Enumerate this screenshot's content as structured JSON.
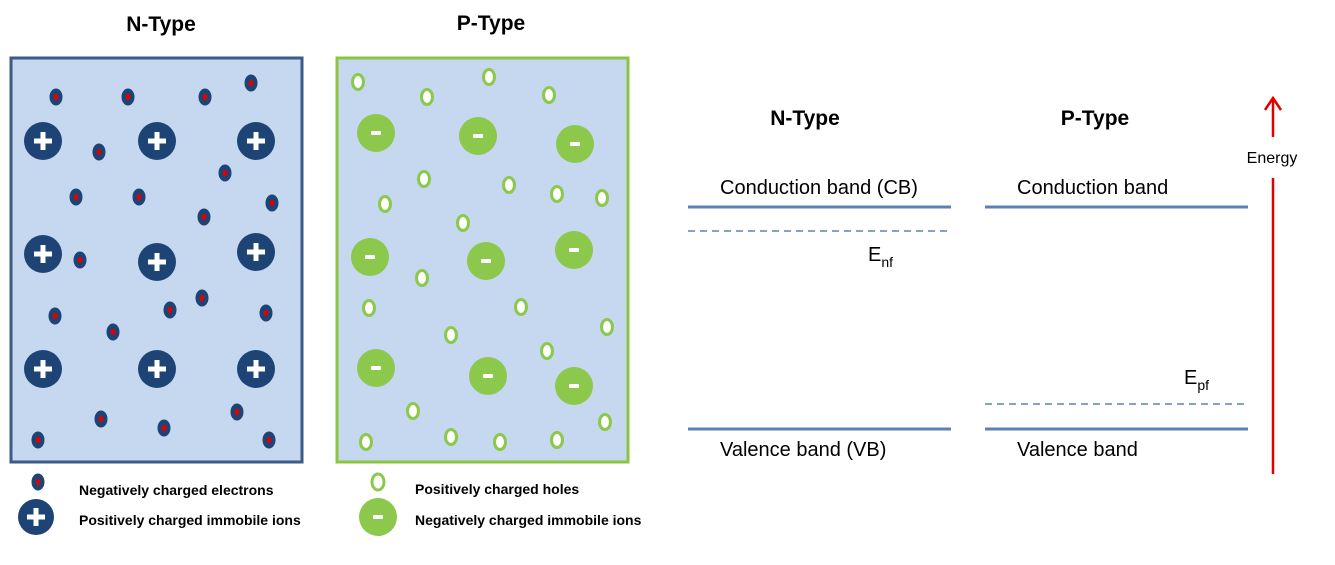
{
  "colors": {
    "panel_fill": "#c5d8f0",
    "n_border": "#3b5c86",
    "p_border": "#8cc540",
    "ion_n": "#1e4476",
    "electron_center": "#e00000",
    "ion_p": "#8cc84b",
    "hole_ring": "#8cc84b",
    "band_line": "#5b82b5",
    "energy_arrow": "#e00000"
  },
  "left": {
    "n_title": "N-Type",
    "p_title": "P-Type",
    "legend": {
      "electrons": "Negatively charged electrons",
      "pos_ions": "Positively charged immobile ions",
      "holes": "Positively charged holes",
      "neg_ions": "Negatively charged immobile ions"
    },
    "plus_symbol": "+",
    "minus_symbol": "-"
  },
  "bands": {
    "n_title": "N-Type",
    "p_title": "P-Type",
    "n_cb": "Conduction band (CB)",
    "n_vb": "Valence band (VB)",
    "p_cb": "Conduction band",
    "p_vb": "Valence band",
    "e_nf_main": "E",
    "e_nf_sub": "nf",
    "e_pf_main": "E",
    "e_pf_sub": "pf",
    "energy_label": "Energy"
  }
}
